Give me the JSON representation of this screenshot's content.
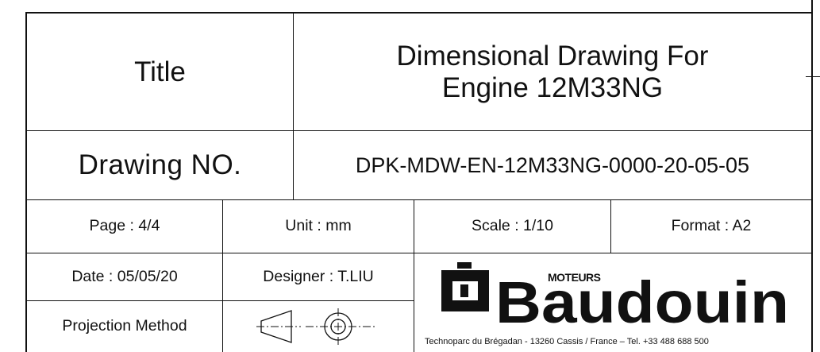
{
  "title_block": {
    "title_label": "Title",
    "title_line1": "Dimensional Drawing For",
    "title_line2": "Engine 12M33NG",
    "drawing_no_label": "Drawing NO.",
    "drawing_no_value": "DPK-MDW-EN-12M33NG-0000-20-05-05",
    "page": "Page : 4/4",
    "unit": "Unit : mm",
    "scale": "Scale : 1/10",
    "format": "Format : A2",
    "date": "Date : 05/05/20",
    "designer": "Designer :  T.LIU",
    "projection_label": "Projection Method",
    "projection_icon": "first-angle-projection-symbol"
  },
  "company": {
    "logo_small_text": "MOTEURS",
    "logo_text": "Baudouin",
    "logo_icon": "baudouin-emblem",
    "address": "Technoparc du Brégadan - 13260 Cassis / France – Tel. +33 488 688 500",
    "ink_color": "#111111"
  }
}
